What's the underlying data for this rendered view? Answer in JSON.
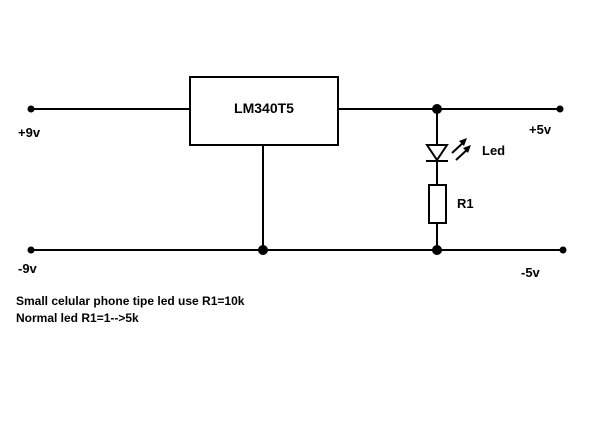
{
  "regulator": {
    "label": "LM340T5"
  },
  "terminals": {
    "input_positive": "+9v",
    "input_negative": "-9v",
    "output_positive": "+5v",
    "output_negative": "-5v"
  },
  "led": {
    "label": "Led"
  },
  "resistor": {
    "label": "R1"
  },
  "notes": [
    "Small celular phone tipe led use R1=10k",
    "Normal led R1=1-->5k"
  ]
}
